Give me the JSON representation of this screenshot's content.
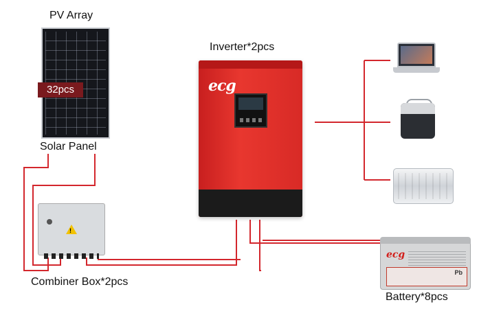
{
  "pv_array": {
    "title": "PV Array",
    "badge": "32pcs",
    "caption": "Solar Panel"
  },
  "inverter": {
    "title": "Inverter*2pcs",
    "logo": "ecg"
  },
  "combiner": {
    "caption": "Combiner Box*2pcs"
  },
  "battery": {
    "caption": "Battery*8pcs",
    "logo": "ecg",
    "pb_mark": "Pb"
  },
  "loads": [
    {
      "icon": "laptop-icon"
    },
    {
      "icon": "portable-fridge-icon"
    },
    {
      "icon": "dehumidifier-icon"
    }
  ],
  "colors": {
    "wire": "#d3262c",
    "inverter": "#d82a26",
    "badge_bg": "#7a1a1e"
  }
}
